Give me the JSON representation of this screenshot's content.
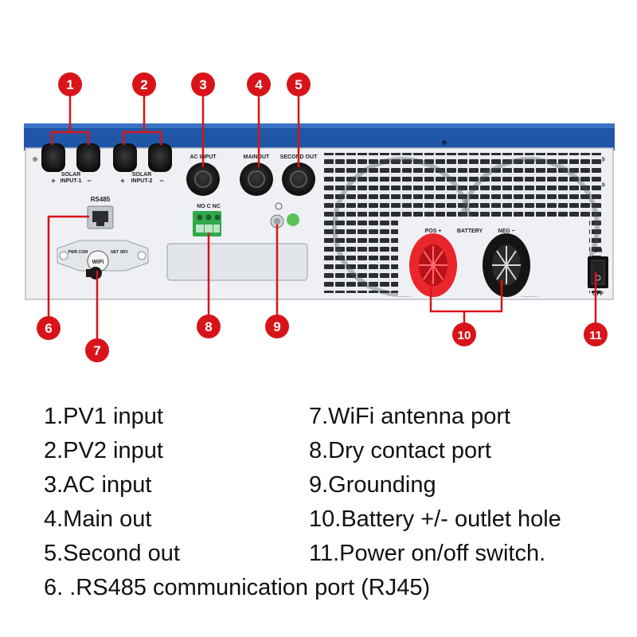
{
  "panel_labels": {
    "solar1": [
      "SOLAR",
      "INPUT-1"
    ],
    "solar2": [
      "SOLAR",
      "INPUT-2"
    ],
    "plus": "+",
    "minus": "−",
    "rs485": "RS485",
    "ac_input": "AC INPUT",
    "main_out": "MAINOUT",
    "second_out": "SECOND OUT",
    "no_c_nc": "NO C NC",
    "pos": "POS +",
    "battery": "BATTERY",
    "neg": "NEG −",
    "on": "ON",
    "off": "OFF",
    "wifi": "WiFi",
    "pwr_com": "PWR COM",
    "net_srv": "NET SRV"
  },
  "callouts": [
    "1",
    "2",
    "3",
    "4",
    "5",
    "6",
    "7",
    "8",
    "9",
    "10",
    "11"
  ],
  "legend": {
    "left": [
      "1.PV1 input",
      "2.PV2 input",
      "3.AC input",
      "4.Main out",
      "5.Second out"
    ],
    "right": [
      "7.WiFi antenna port",
      "8.Dry contact port",
      "9.Grounding",
      "10.Battery +/- outlet hole",
      "11.Power on/off switch."
    ],
    "bottom": "6. .RS485 communication port (RJ45)"
  },
  "colors": {
    "callout_red": "#d8141a",
    "housing_blue": "#1f57a6",
    "panel_white": "#eef0f4",
    "gland_black": "#141414",
    "battery_red": "#e8262c"
  }
}
